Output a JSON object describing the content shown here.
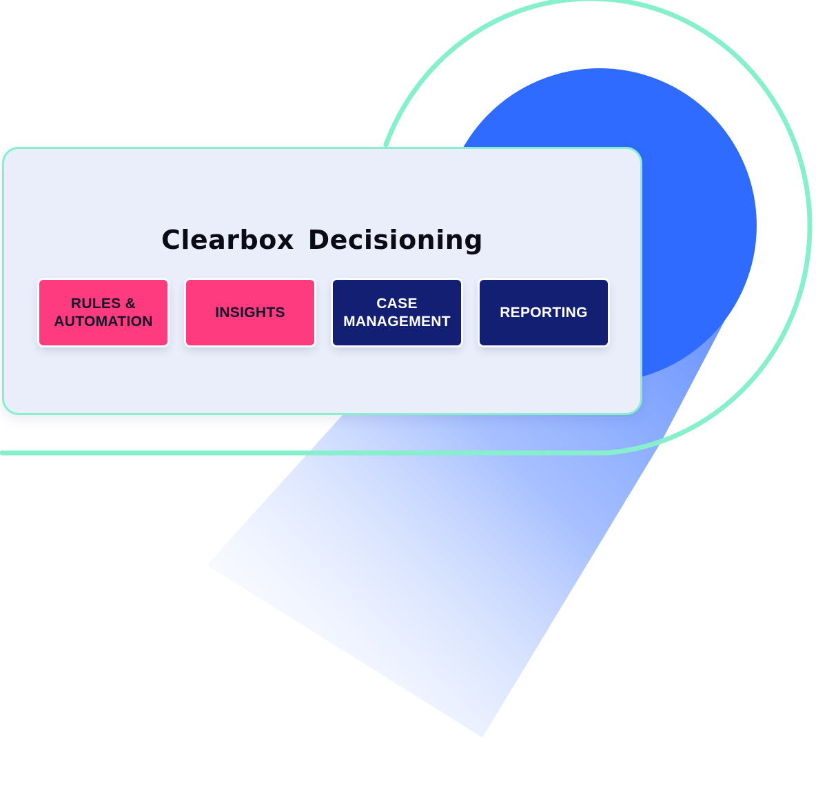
{
  "colors": {
    "ring": "#86f0cd",
    "circle_fill": "#2f6bff",
    "card_background": "#e9eefa",
    "card_border": "#86f0cd",
    "module_pink": "#ff3b80",
    "module_navy": "#121f72",
    "title_text": "#0b0b16"
  },
  "card": {
    "title": "Clearbox  Decisioning"
  },
  "modules": [
    {
      "label": "RULES & AUTOMATION",
      "style": "pink"
    },
    {
      "label": "INSIGHTS",
      "style": "pink"
    },
    {
      "label": "CASE MANAGEMENT",
      "style": "navy"
    },
    {
      "label": "REPORTING",
      "style": "navy"
    }
  ]
}
